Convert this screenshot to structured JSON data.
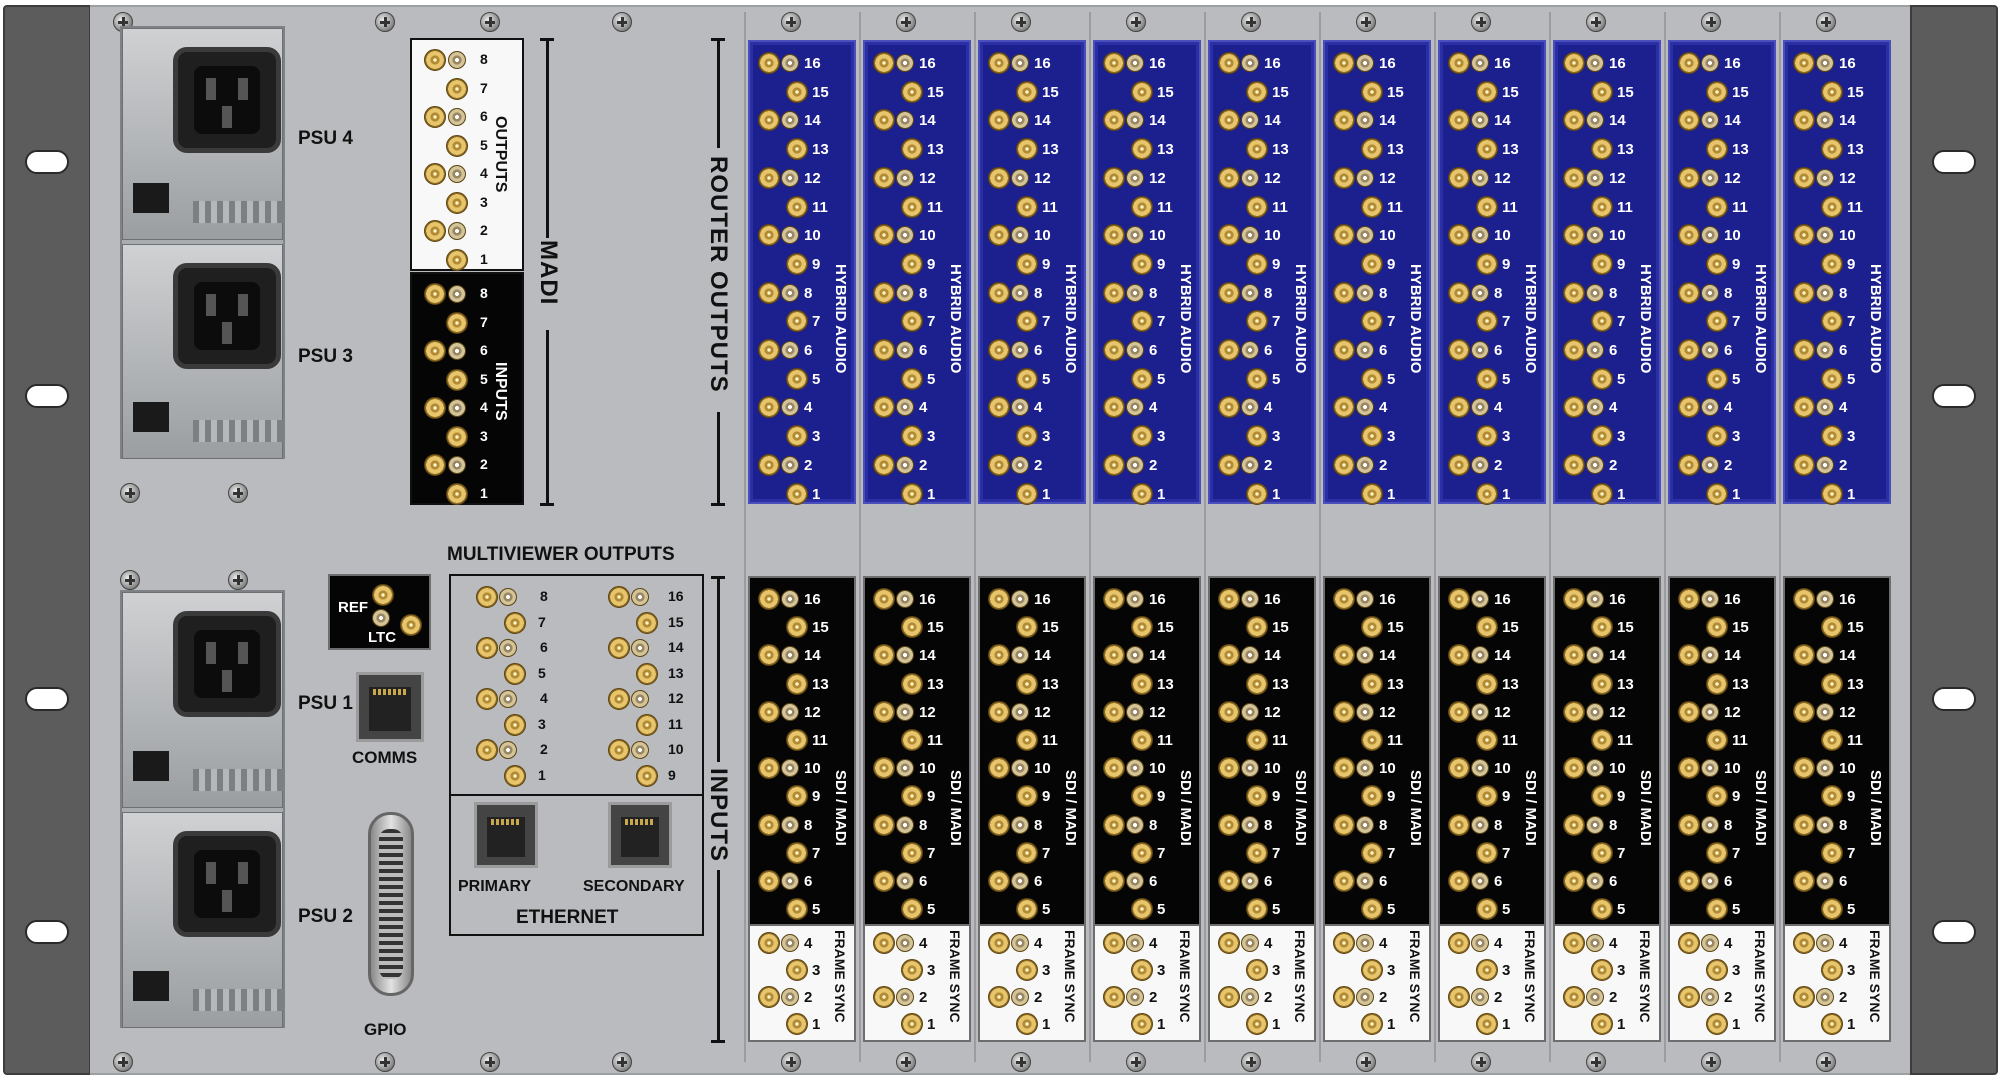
{
  "psu_labels": [
    "PSU 4",
    "PSU 3",
    "PSU 1",
    "PSU 2"
  ],
  "madi": {
    "title": "MADI",
    "outputs_label": "OUTPUTS",
    "inputs_label": "INPUTS",
    "port_numbers": [
      "8",
      "7",
      "6",
      "5",
      "4",
      "3",
      "2",
      "1"
    ]
  },
  "router_outputs_label": "ROUTER OUTPUTS",
  "inputs_label": "INPUTS",
  "hybrid_card_label": "HYBRID AUDIO",
  "hybrid_port_numbers": [
    "16",
    "15",
    "14",
    "13",
    "12",
    "11",
    "10",
    "9",
    "8",
    "7",
    "6",
    "5",
    "4",
    "3",
    "2",
    "1"
  ],
  "sdi_card_label": "SDI / MADI",
  "sdi_port_numbers": [
    "16",
    "15",
    "14",
    "13",
    "12",
    "11",
    "10",
    "9",
    "8",
    "7",
    "6",
    "5"
  ],
  "frame_sync_label": "FRAME SYNC",
  "frame_sync_port_numbers": [
    "4",
    "3",
    "2",
    "1"
  ],
  "card_count": 10,
  "ref_label": "REF",
  "ltc_label": "LTC",
  "comms_label": "COMMS",
  "gpio_label": "GPIO",
  "multiviewer": {
    "title": "MULTIVIEWER OUTPUTS",
    "left_numbers": [
      "8",
      "7",
      "6",
      "5",
      "4",
      "3",
      "2",
      "1"
    ],
    "right_numbers": [
      "16",
      "15",
      "14",
      "13",
      "12",
      "11",
      "10",
      "9"
    ]
  },
  "ethernet": {
    "title": "ETHERNET",
    "primary_label": "PRIMARY",
    "secondary_label": "SECONDARY"
  },
  "colors": {
    "chassis": "#b9bbbe",
    "hybrid_card": "#1c1f8e",
    "sdi_card": "#050505",
    "frame_sync_card": "#f8f8f8"
  }
}
